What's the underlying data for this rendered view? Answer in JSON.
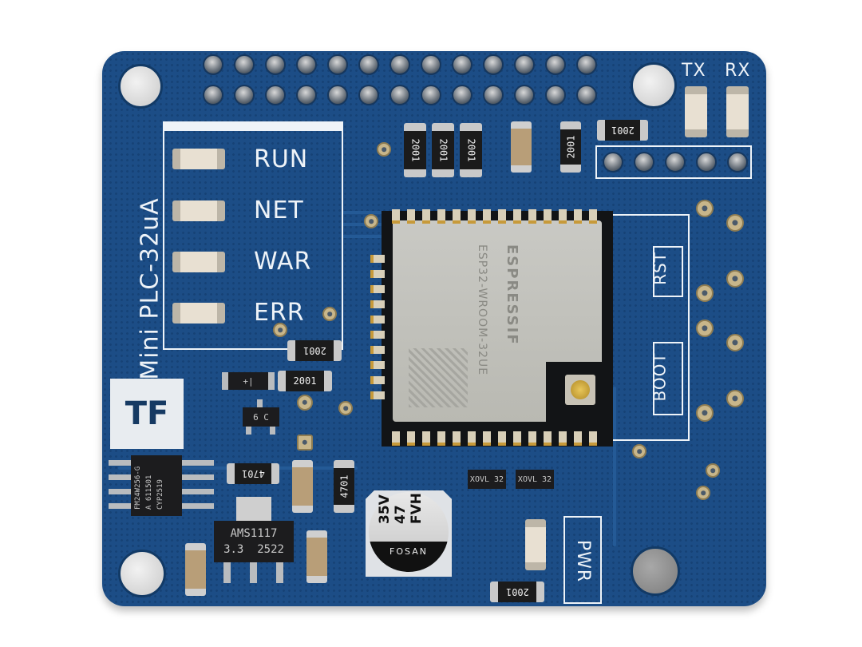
{
  "scene": {
    "description": "Photo of a blue PCB board (Mini PLC-32uA) with ESP32 module on white background",
    "colors": {
      "background": "#ffffff",
      "pcb": "#1c4d86",
      "silkscreen": "#eef3f8",
      "module_shield": "#c4c4be"
    }
  },
  "board": {
    "name": "Mini PLC-32uA",
    "logo": "TF"
  },
  "status_leds": [
    {
      "label": "RUN"
    },
    {
      "label": "NET"
    },
    {
      "label": "WAR"
    },
    {
      "label": "ERR"
    }
  ],
  "uart": {
    "tx_label": "TX",
    "rx_label": "RX"
  },
  "buttons": {
    "reset_label": "RST",
    "boot_label": "BOOT"
  },
  "power": {
    "label": "PWR"
  },
  "module": {
    "brand": "ESPRESSIF",
    "model": "ESP32-WROOM-32UE"
  },
  "components": {
    "resistor_2001": "2001",
    "resistor_4701": "4701",
    "regulator_line1": "AMS1117",
    "regulator_line2": "3.3  2522",
    "eeprom_line1": "FM24W256-G",
    "eeprom_line2": "A 611501",
    "eeprom_line3": "CYP2519",
    "transistor_marking": "6 C",
    "sot_marking": "XOVL 32",
    "diode_marking": "+|",
    "capacitor_line1": "35V",
    "capacitor_line2": "47",
    "capacitor_line3": "FVH",
    "capacitor_brand": "FOSAN"
  }
}
